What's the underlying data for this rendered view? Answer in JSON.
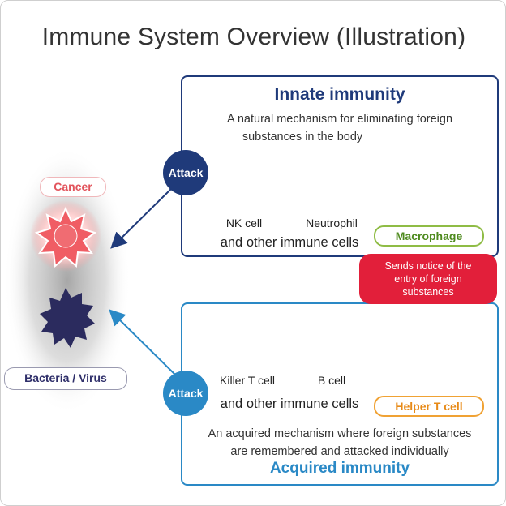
{
  "title": "Immune System Overview (Illustration)",
  "innate": {
    "heading": "Innate immunity",
    "description_line1": "A natural mechanism for eliminating foreign",
    "description_line2": "substances in the body",
    "cells": [
      "NK cell",
      "Neutrophil"
    ],
    "other_cells": "and other immune cells",
    "macrophage_label": "Macrophage",
    "attack_label": "Attack"
  },
  "notice": {
    "line1": "Sends notice of the",
    "line2": "entry of foreign",
    "line3": "substances"
  },
  "acquired": {
    "heading": "Acquired immunity",
    "description_line1": "An acquired mechanism where foreign substances",
    "description_line2": "are remembered and attacked individually",
    "cells": [
      "Killer T cell",
      "B cell"
    ],
    "other_cells": "and other immune cells",
    "helper_label": "Helper T cell",
    "attack_label": "Attack"
  },
  "targets": {
    "cancer_label": "Cancer",
    "bacteria_label": "Bacteria / Virus"
  },
  "colors": {
    "innate_border": "#1f3a7a",
    "acquired_border": "#2a89c6",
    "notice_red": "#e21f3a",
    "macrophage_green": "#b5d43a",
    "helper_orange": "#f39a1f"
  }
}
